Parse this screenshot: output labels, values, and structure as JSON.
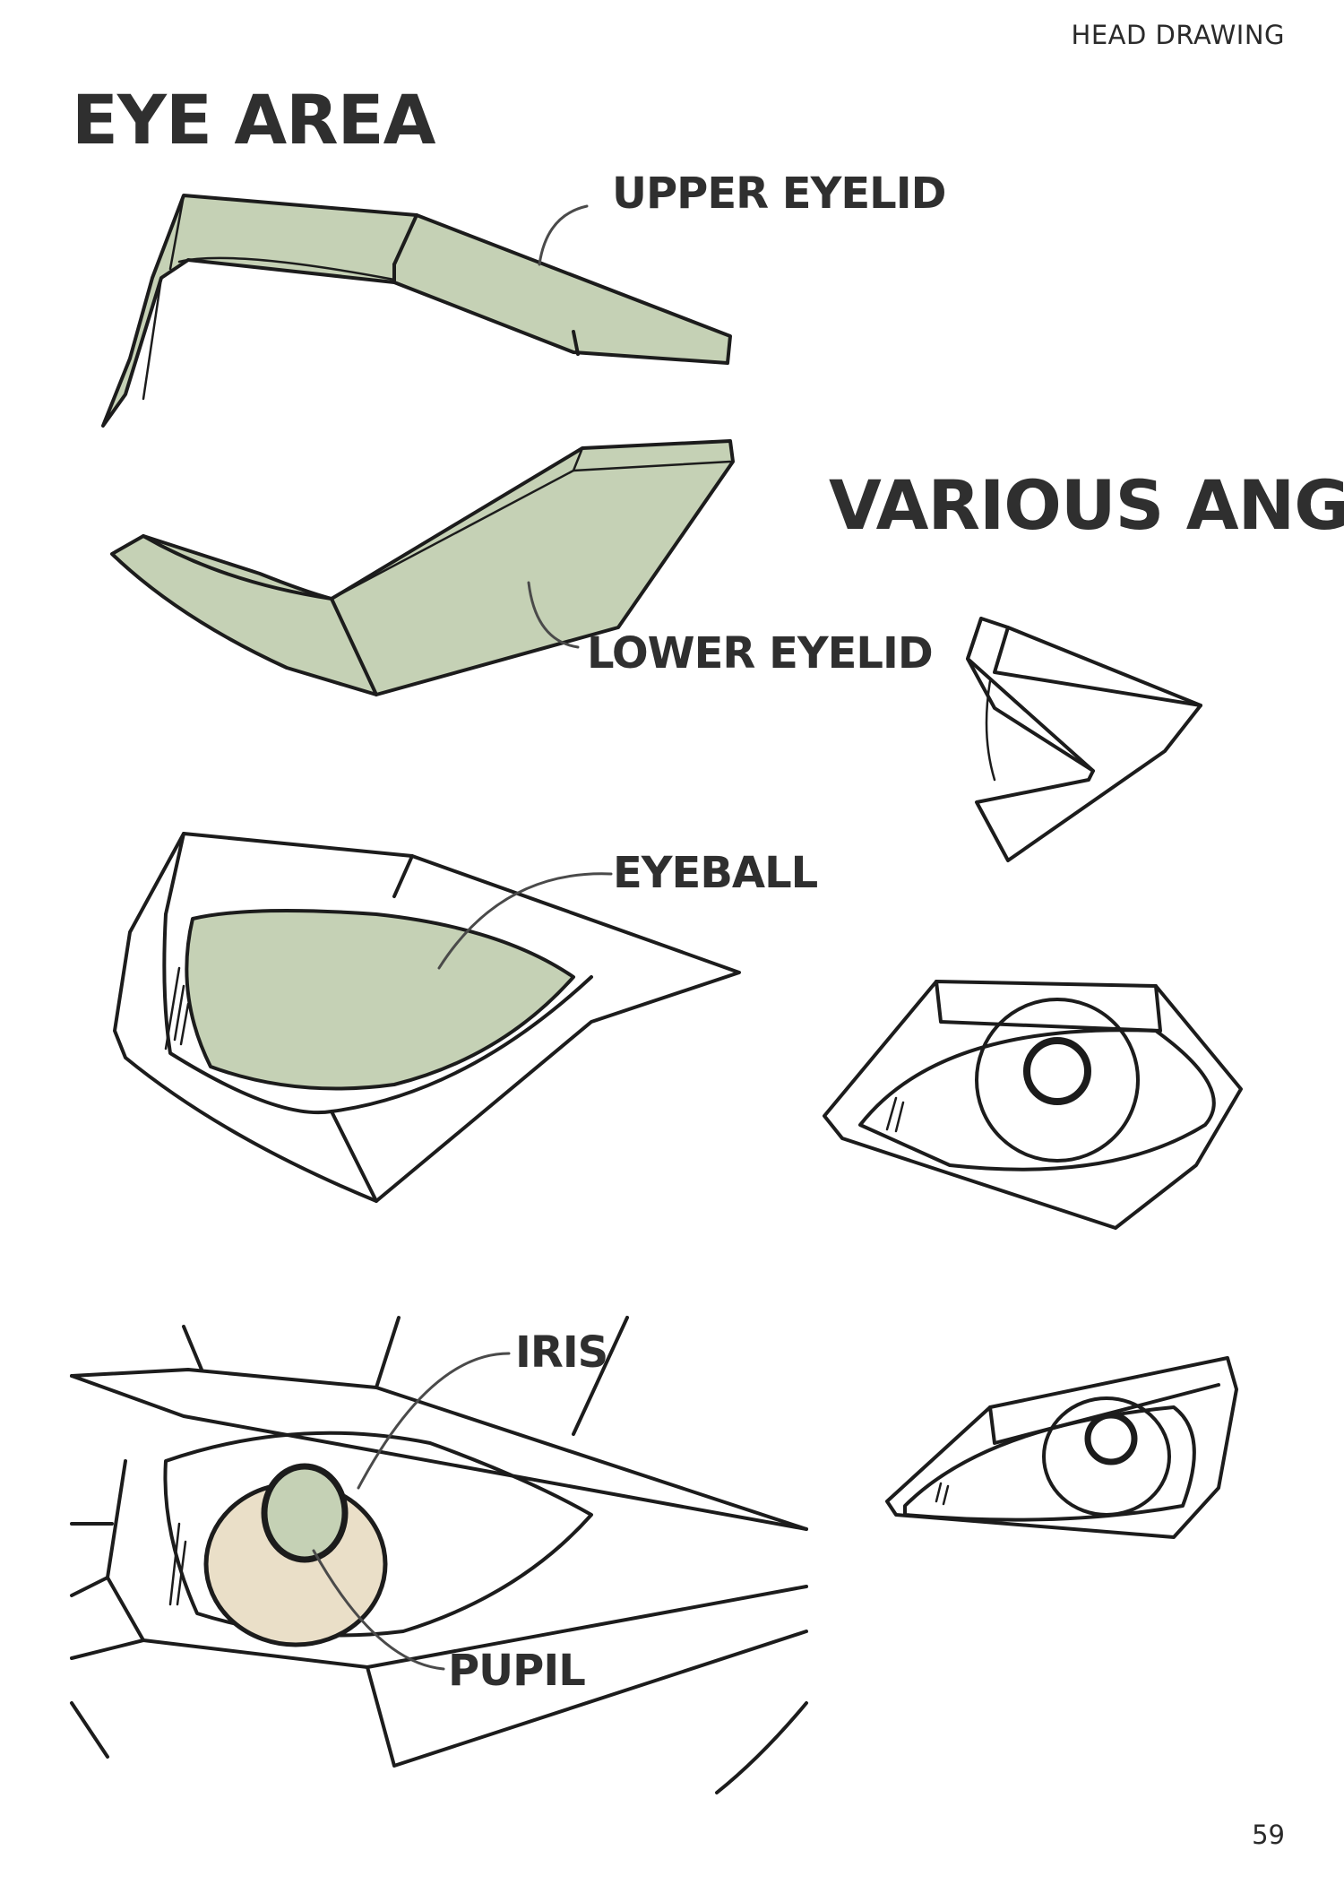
{
  "header": {
    "section": "HEAD DRAWING"
  },
  "titles": {
    "main": "EYE AREA",
    "angles": "VARIOUS ANGLES"
  },
  "labels": {
    "upper_eyelid": "UPPER EYELID",
    "lower_eyelid": "LOWER EYELID",
    "eyeball": "EYEBALL",
    "iris": "IRIS",
    "pupil": "PUPIL"
  },
  "footer": {
    "page_number": "59"
  },
  "colors": {
    "eyelid_fill": "#c5d1b5",
    "iris_fill": "#eadfc8",
    "ink": "#1c1c1c"
  }
}
